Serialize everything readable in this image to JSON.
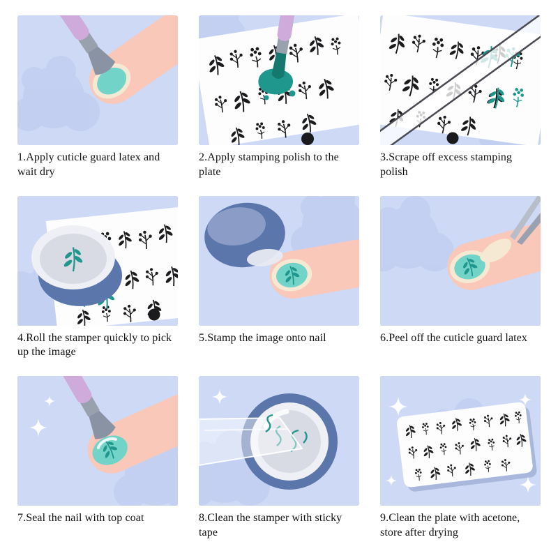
{
  "title": "Nail stamping instructions",
  "colors": {
    "page-bg": "#ffffff",
    "cell-bg": "#cdd9f5",
    "swirl": "#bccaef",
    "ink": "#1c1c1e",
    "teal": "#1f978d",
    "teal-dark": "#15786f",
    "nail": "#72d4c8",
    "latex": "#f6e9d4",
    "finger": "#f9c8b8",
    "plate": "#fdfdfe",
    "handle": "#cfabdc",
    "ferrule": "#99a0ae",
    "bristle": "#8a93a3",
    "stamper-dark": "#5b76ab",
    "stamper-mid": "#8b9cc6",
    "silver": "#d9dbe4",
    "caption": "#111111"
  },
  "icons": {
    "leaf-sprig-icon": "svg-shape",
    "berry-sprig-icon": "svg-shape",
    "flower-icon": "svg-shape",
    "brush-icon": "svg-shape",
    "polish-brush-icon": "svg-shape",
    "scraper-icon": "svg-shape",
    "stamper-icon": "svg-shape",
    "tweezers-icon": "svg-shape",
    "sticky-tape-icon": "svg-shape",
    "stamping-plate-icon": "svg-shape",
    "sparkle-icon": "✦",
    "swirl-decoration": "svg-shape"
  },
  "steps": [
    {
      "caption": "1.Apply cuticle guard latex and wait dry",
      "illustration": "apply-cuticle-guard-latex"
    },
    {
      "caption": "2.Apply stamping polish to the plate",
      "illustration": "apply-stamping-polish"
    },
    {
      "caption": "3.Scrape off excess stamping polish",
      "illustration": "scrape-excess-polish"
    },
    {
      "caption": "4.Roll the stamper quickly to pick up the image",
      "illustration": "roll-stamper-pick-up-image"
    },
    {
      "caption": "5.Stamp the image onto nail",
      "illustration": "stamp-image-onto-nail"
    },
    {
      "caption": "6.Peel off the cuticle guard latex",
      "illustration": "peel-off-latex"
    },
    {
      "caption": "7.Seal the nail with top coat",
      "illustration": "seal-with-top-coat"
    },
    {
      "caption": "8.Clean the stamper with sticky tape",
      "illustration": "clean-stamper-with-tape"
    },
    {
      "caption": "9.Clean the plate with acetone, store after drying",
      "illustration": "clean-and-store-plate"
    }
  ]
}
